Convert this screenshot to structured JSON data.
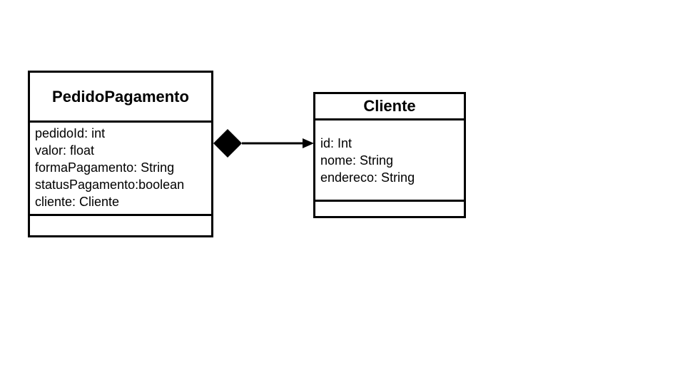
{
  "classes": {
    "pedido_pagamento": {
      "name": "PedidoPagamento",
      "attributes": [
        "pedidoId: int",
        "valor: float",
        "formaPagamento: String",
        "statusPagamento:boolean",
        "cliente: Cliente"
      ]
    },
    "cliente": {
      "name": "Cliente",
      "attributes": [
        "id: Int",
        "nome: String",
        "endereco: String"
      ]
    }
  },
  "relationship": {
    "type": "composition",
    "source": "PedidoPagamento",
    "target": "Cliente",
    "navigable_end": "target",
    "color": "#000000"
  }
}
